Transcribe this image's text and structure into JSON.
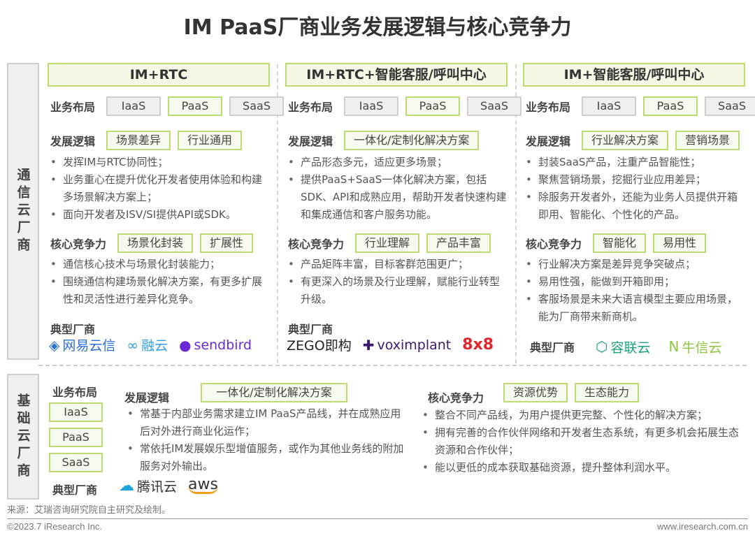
{
  "title": "IM PaaS厂商业务发展逻辑与核心竞争力",
  "side_labels": {
    "top": "通信云厂商",
    "bottom": "基础云厂商"
  },
  "labels": {
    "layout": "业务布局",
    "logic": "发展逻辑",
    "core": "核心竞争力",
    "vendors": "典型厂商"
  },
  "layers": [
    "IaaS",
    "PaaS",
    "SaaS"
  ],
  "columns": [
    {
      "header": "IM+RTC",
      "logic_tags": [
        "场景差异",
        "行业通用"
      ],
      "logic_points": [
        "发挥IM与RTC协同性；",
        "业务重心在提升优化开发者使用体验和构建多场景解决方案上；",
        "面向开发者及ISV/SI提供API或SDK。"
      ],
      "core_tags": [
        "场景化封装",
        "扩展性"
      ],
      "core_points": [
        "通信核心技术与场景化封装能力；",
        "围绕通信构建场景化解决方案，有更多扩展性和灵活性进行差异化竞争。"
      ],
      "vendors": [
        "网易云信",
        "融云",
        "sendbird"
      ]
    },
    {
      "header": "IM+RTC+智能客服/呼叫中心",
      "logic_tags": [
        "一体化/定制化解决方案"
      ],
      "logic_points": [
        "产品形态多元，适应更多场景；",
        "提供PaaS+SaaS一体化解决方案，包括SDK、API和成熟应用，帮助开发者快速构建和集成通信和客户服务功能。"
      ],
      "core_tags": [
        "行业理解",
        "产品丰富"
      ],
      "core_points": [
        "产品矩阵丰富，目标客群范围更广；",
        "有更深入的场景及行业理解，赋能行业转型升级。"
      ],
      "vendors": [
        "ZEGO即构",
        "voximplant",
        "8x8"
      ]
    },
    {
      "header": "IM+智能客服/呼叫中心",
      "logic_tags": [
        "行业解决方案",
        "营销场景"
      ],
      "logic_points": [
        "封装SaaS产品，注重产品智能性；",
        "聚焦营销场景，挖掘行业应用差异；",
        "除服务开发者外，还能为业务人员提供开箱即用、智能化、个性化的产品。"
      ],
      "core_tags": [
        "智能化",
        "易用性"
      ],
      "core_points": [
        "行业解决方案是差异竞争突破点；",
        "易用性强，能做到开箱即用；",
        "客服场景是未来大语言模型主要应用场景，能为厂商带来新商机。"
      ],
      "vendors": [
        "容联云",
        "牛信云"
      ]
    }
  ],
  "bottom": {
    "logic_tag": "一体化/定制化解决方案",
    "logic_points": [
      "常基于内部业务需求建立IM PaaS产品线，并在成熟应用后对外进行商业化运作；",
      "常依托IM发展娱乐型增值服务，或作为其他业务线的附加服务对外输出。"
    ],
    "core_tags": [
      "资源优势",
      "生态能力"
    ],
    "core_points": [
      "整合不同产品线，为用户提供更完整、个性化的解决方案；",
      "拥有完善的合作伙伴网络和开发者生态系统，有更多机会拓展生态资源和合作伙伴；",
      "能以更低的成本获取基础资源，提升整体利润水平。"
    ],
    "vendors": [
      "腾讯云",
      "aws"
    ]
  },
  "source": "来源：艾瑞咨询研究院自主研究及绘制。",
  "footer": {
    "left": "©2023.7 iResearch Inc.",
    "right": "www.iresearch.com.cn"
  },
  "colors": {
    "green_border": "#bcdc72",
    "green_fill": "#f4f8e4",
    "gray_fill": "#f0f0f0"
  }
}
